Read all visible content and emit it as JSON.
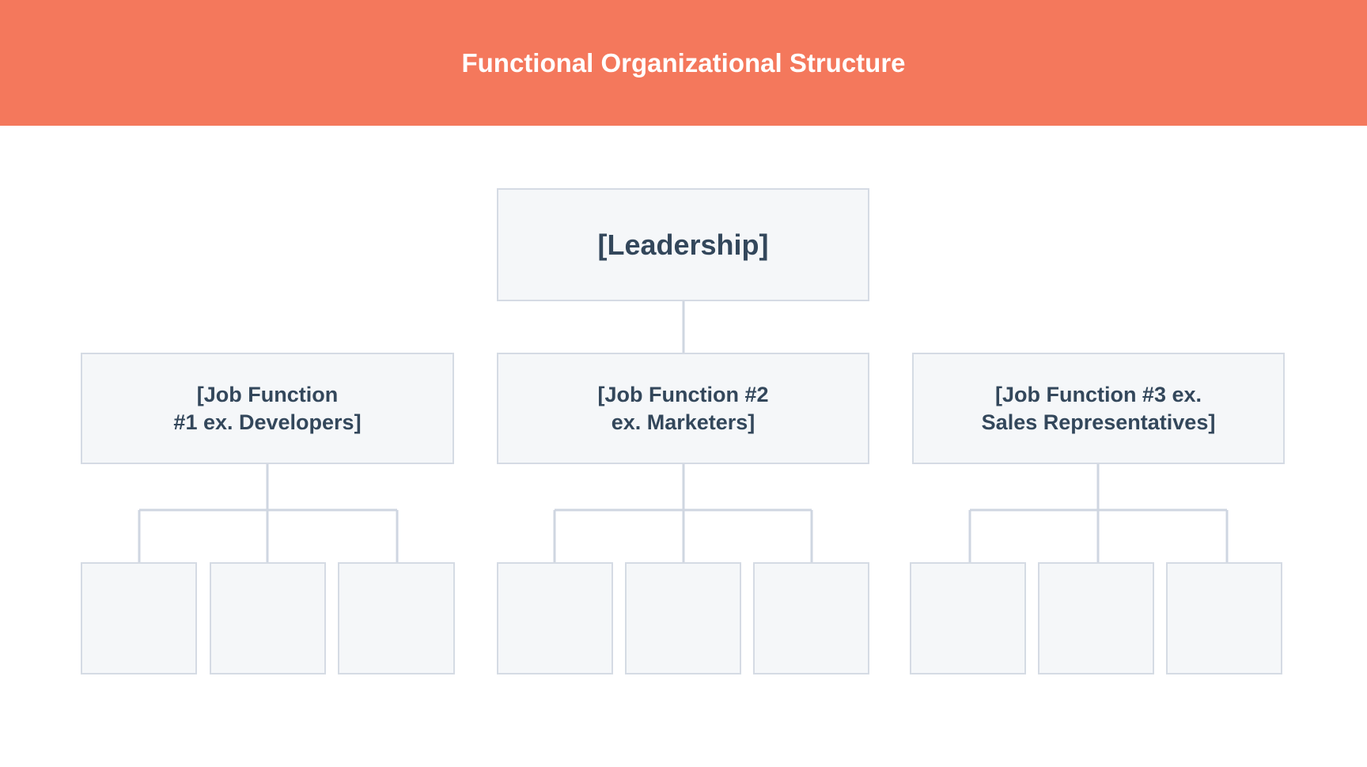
{
  "header": {
    "title": "Functional Organizational Structure"
  },
  "leadership": {
    "label": "[Leadership]"
  },
  "functions": [
    {
      "label": "[Job Function\n#1 ex. Developers]"
    },
    {
      "label": "[Job Function #2\nex. Marketers]"
    },
    {
      "label": "[Job Function #3 ex.\nSales Representatives]"
    }
  ],
  "colors": {
    "header": "#f4785c",
    "text": "#33475b",
    "box_fill": "#f5f7f9",
    "border": "#d5dbe4"
  }
}
